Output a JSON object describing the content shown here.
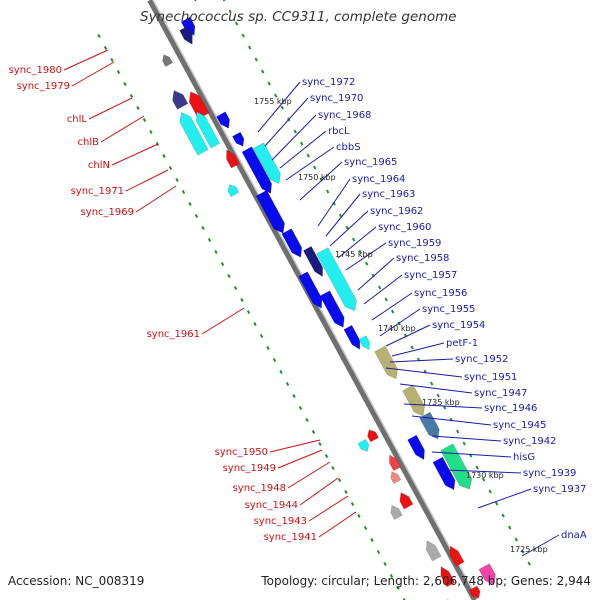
{
  "title": "Synechococcus sp. CC9311, complete genome",
  "footer": {
    "accession": "Accession: NC_008319",
    "summary": "Topology: circular; Length: 2,606,748 bp; Genes: 2,944"
  },
  "colors": {
    "forward_gene": "#0a0aee",
    "reverse_gene": "#ee1111",
    "rna_gene": "#22eeee",
    "label_forward": "#1a1aaa",
    "label_reverse": "#cc1111",
    "backbone": "#8c8c8c",
    "tick": "#2a8a2a"
  },
  "scale_ticks": [
    "1755 kbp",
    "1750 kbp",
    "1745 kbp",
    "1740 kbp",
    "1735 kbp",
    "1730 kbp",
    "1725 kbp"
  ],
  "labels_right": [
    "sync_1972",
    "sync_1970",
    "sync_1968",
    "rbcL",
    "cbbS",
    "sync_1965",
    "sync_1964",
    "sync_1963",
    "sync_1962",
    "sync_1960",
    "sync_1959",
    "sync_1958",
    "sync_1957",
    "sync_1956",
    "sync_1955",
    "sync_1954",
    "petF-1",
    "sync_1952",
    "sync_1951",
    "sync_1947",
    "sync_1946",
    "sync_1945",
    "sync_1942",
    "hisG",
    "sync_1939",
    "sync_1937",
    "dnaA"
  ],
  "labels_left": [
    "sync_1980",
    "sync_1979",
    "chlL",
    "chlB",
    "chlN",
    "sync_1971",
    "sync_1969",
    "sync_1961",
    "sync_1950",
    "sync_1949",
    "sync_1948",
    "sync_1944",
    "sync_1943",
    "sync_1941"
  ]
}
